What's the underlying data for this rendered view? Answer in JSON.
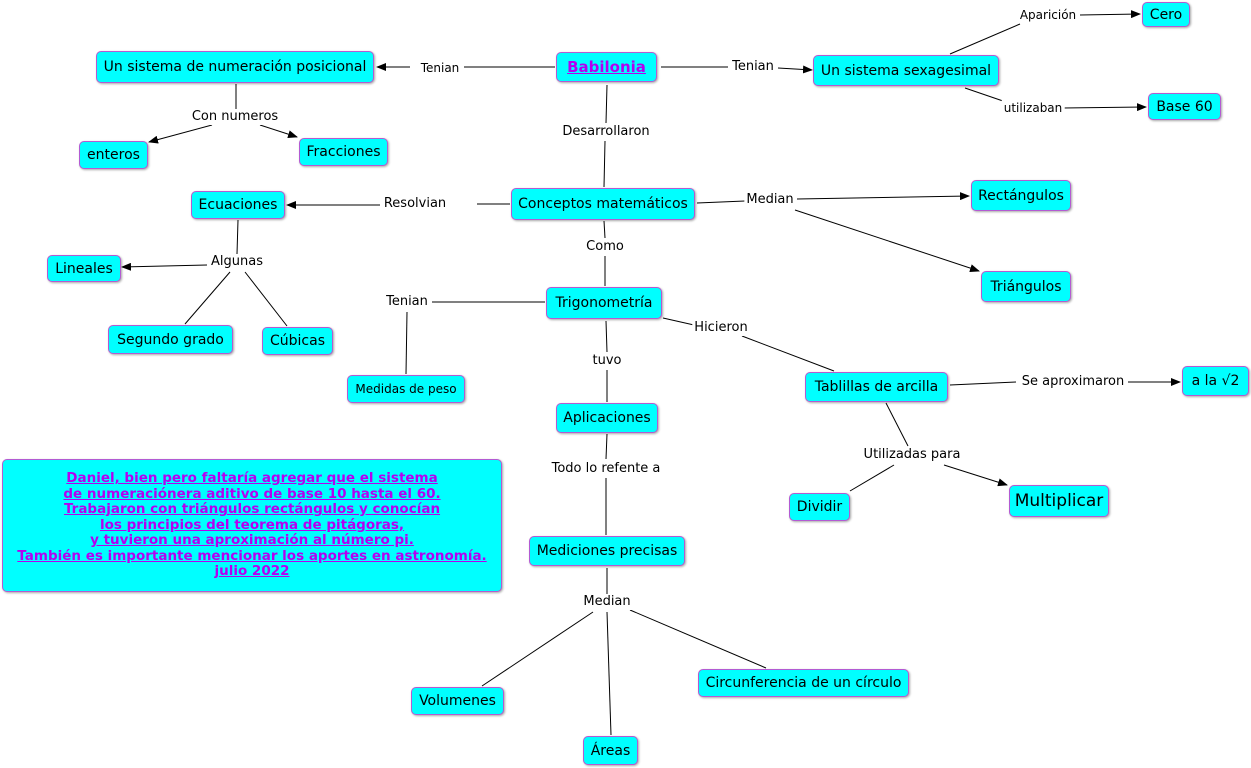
{
  "nodes": {
    "babilonia": "Babilonia",
    "sistema_posicional": "Un sistema de numeración posicional",
    "sistema_sexagesimal": "Un sistema sexagesimal",
    "cero": "Cero",
    "base60": "Base 60",
    "enteros": "enteros",
    "fracciones": "Fracciones",
    "conceptos": "Conceptos matemáticos",
    "ecuaciones": "Ecuaciones",
    "rectangulos": "Rectángulos",
    "triangulos": "Triángulos",
    "lineales": "Lineales",
    "segundo_grado": "Segundo grado",
    "cubicas": "Cúbicas",
    "trigonometria": "Trigonometría",
    "medidas_peso": "Medidas de peso",
    "tablillas": "Tablillas de arcilla",
    "raiz2": "a la √2",
    "aplicaciones": "Aplicaciones",
    "dividir": "Dividir",
    "multiplicar": "Multiplicar",
    "mediciones": "Mediciones precisas",
    "volumenes": "Volumenes",
    "areas": "Áreas",
    "circunferencia": "Circunferencia de un círculo"
  },
  "labels": {
    "tenian_left": "Tenian",
    "tenian_right": "Tenian",
    "aparicion": "Aparición",
    "utilizaban": "utilizaban",
    "con_numeros": "Con numeros",
    "desarrollaron": "Desarrollaron",
    "resolvian": "Resolvian",
    "median_top": "Median",
    "como": "Como",
    "algunas": "Algunas",
    "tenian_trig": "Tenian",
    "hicieron": "Hicieron",
    "tuvo": "tuvo",
    "se_aproximaron": "Se aproximaron",
    "utilizadas_para": "Utilizadas para",
    "todo_lo_refente": "Todo lo refente a",
    "median_bottom": "Median"
  },
  "note": {
    "lines": [
      "Daniel, bien pero faltaría agregar que el sistema",
      "de numeraciónera aditivo de base 10 hasta el 60.",
      "Trabajaron con triángulos rectángulos y conocían",
      "los principios del teorema de pitágoras,",
      "y tuvieron una aproximación al número pi.",
      "También es importante mencionar los aportes en astronomía.",
      "julio 2022"
    ]
  },
  "colors": {
    "node_fill": "#00ffff",
    "node_border": "#b45ad2",
    "accent_text": "#b400f0",
    "edge": "#000000"
  }
}
